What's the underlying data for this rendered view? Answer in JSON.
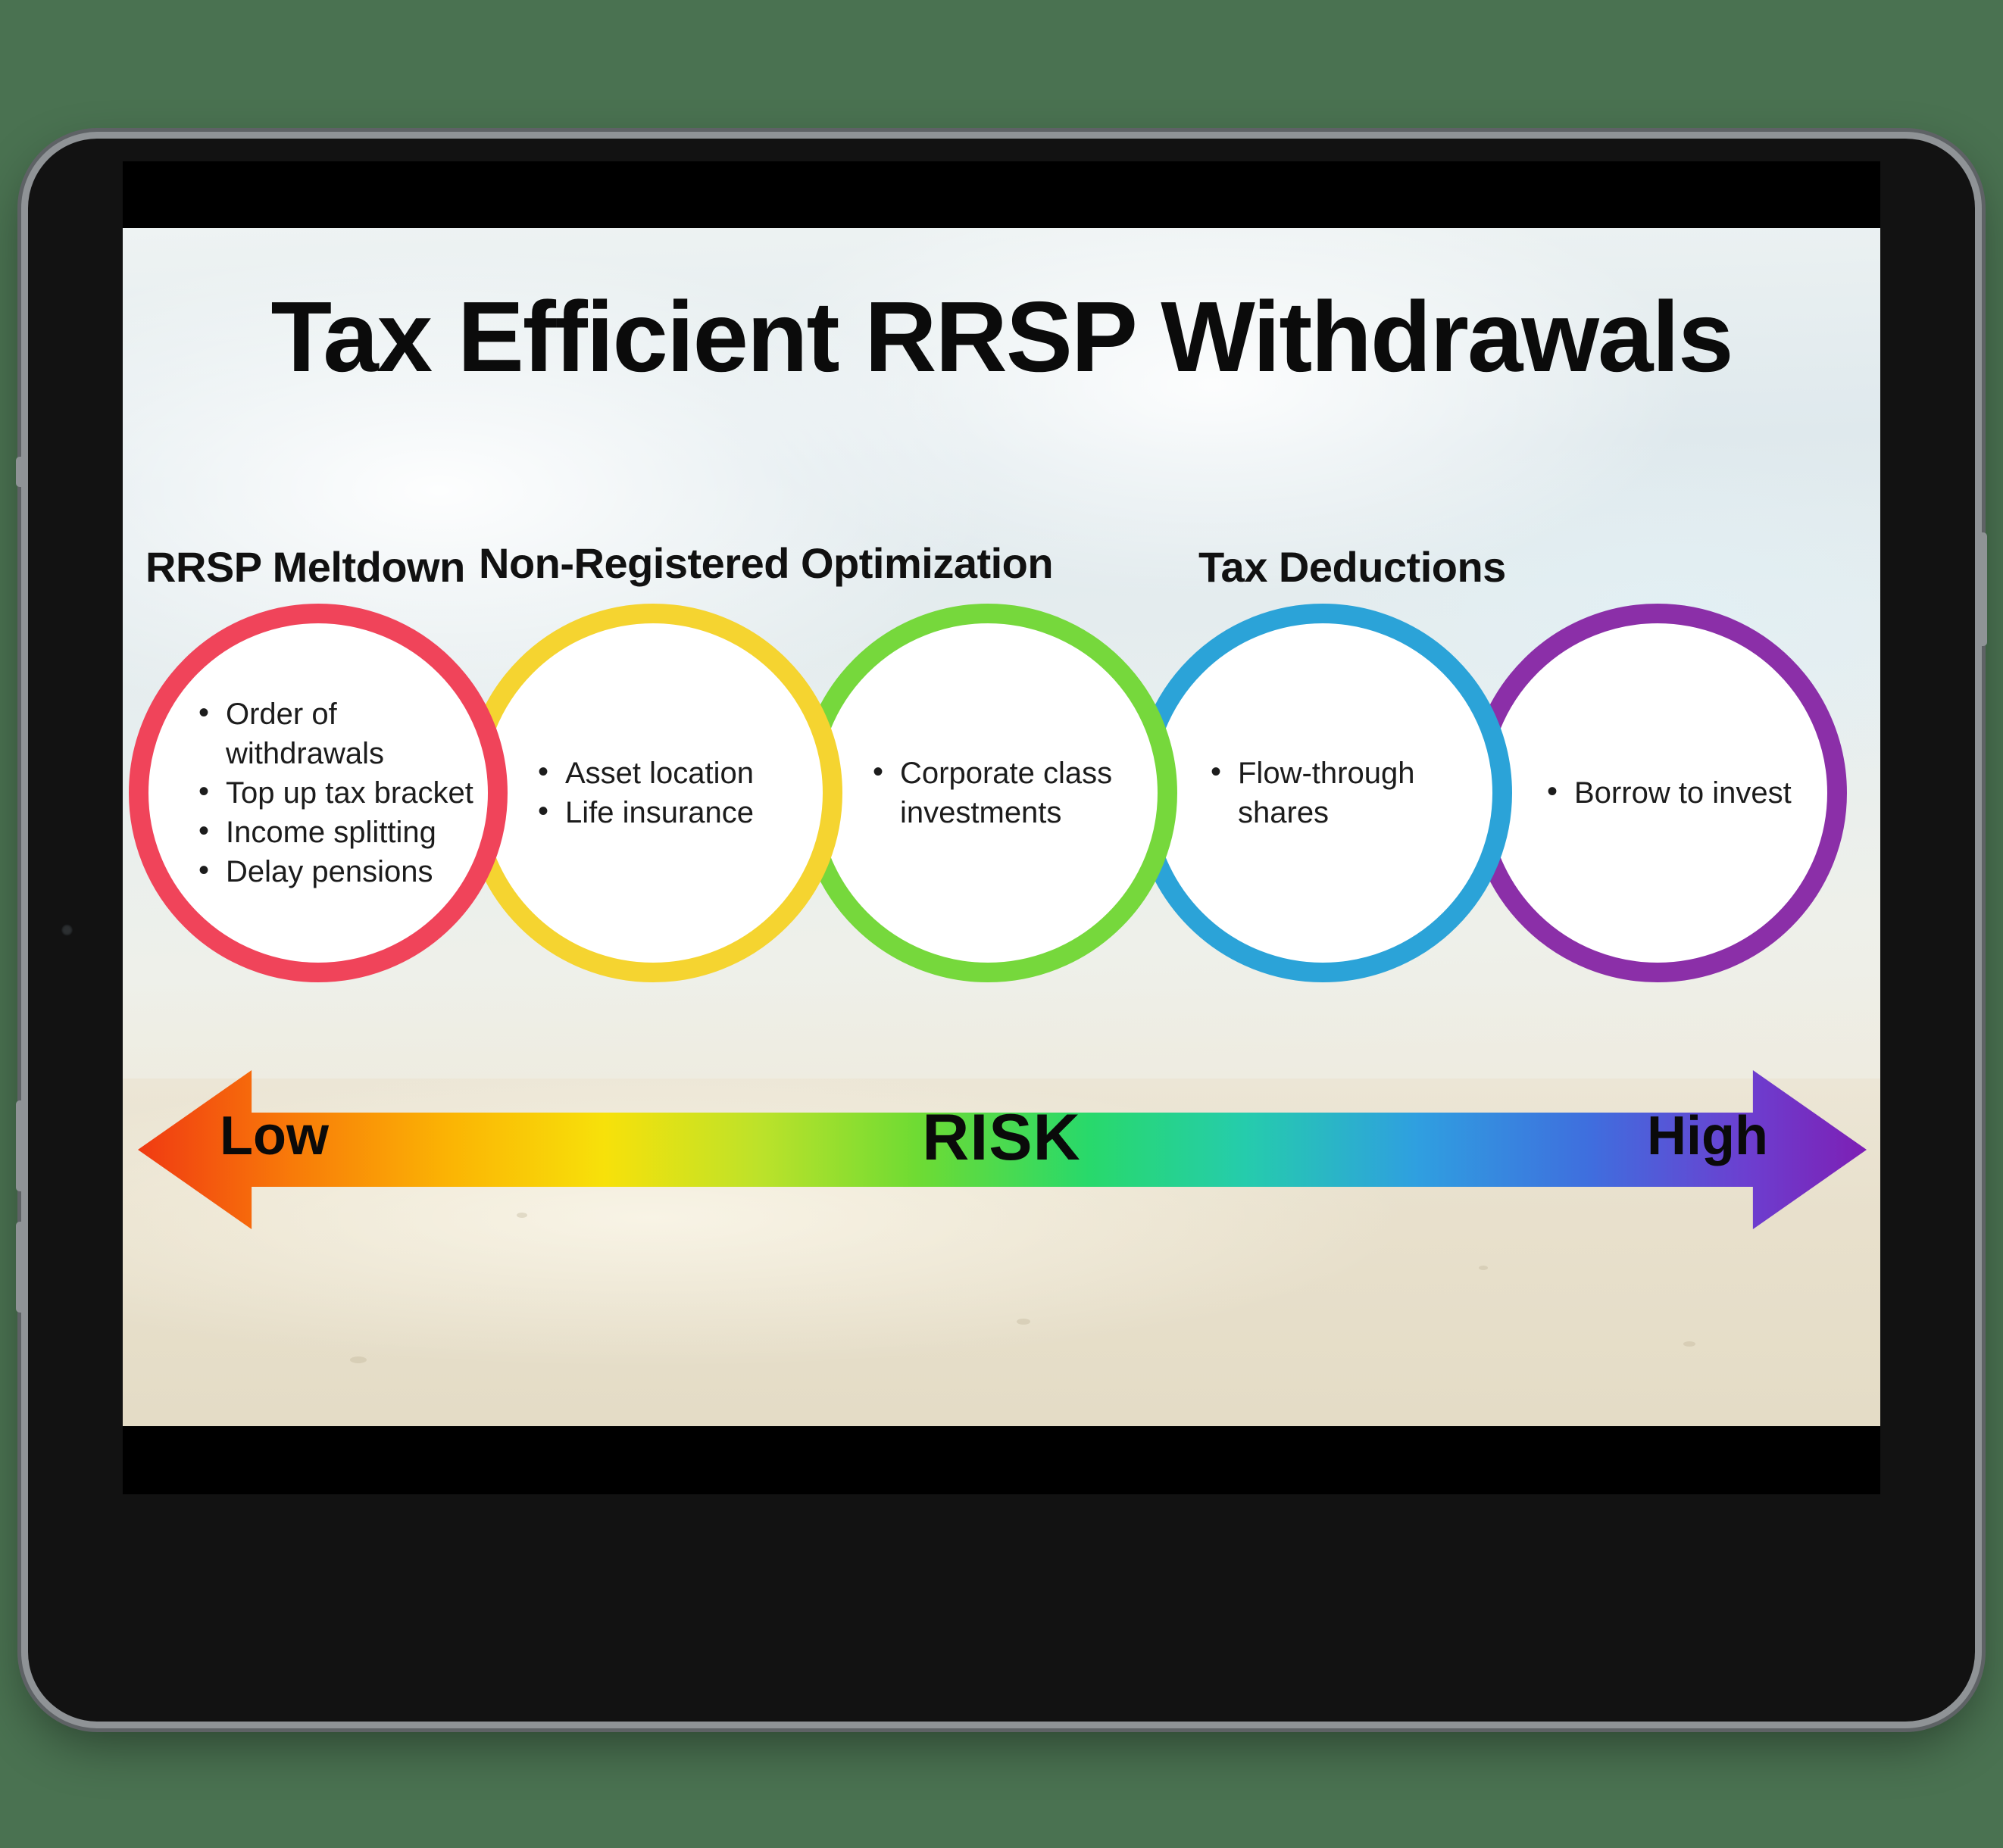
{
  "background_color": "#4a7251",
  "slide": {
    "title": "Tax Efficient RRSP Withdrawals",
    "categories": [
      {
        "label": "RRSP Meltdown"
      },
      {
        "label": "Non-Registered Optimization"
      },
      {
        "label": "Tax Deductions"
      }
    ],
    "circles": [
      {
        "color": "#f0445a",
        "color_name": "red",
        "items": [
          "Order of withdrawals",
          "Top up tax bracket",
          "Income splitting",
          "Delay pensions"
        ]
      },
      {
        "color": "#f5d430",
        "color_name": "yellow",
        "items": [
          "Asset location",
          "Life insurance"
        ]
      },
      {
        "color": "#76d83c",
        "color_name": "green",
        "items": [
          "Corporate class investments"
        ]
      },
      {
        "color": "#2ba3d8",
        "color_name": "blue",
        "items": [
          "Flow-through shares"
        ]
      },
      {
        "color": "#8b2fa8",
        "color_name": "purple",
        "items": [
          "Borrow to invest"
        ]
      }
    ],
    "risk_scale": {
      "center_label": "RISK",
      "low_label": "Low",
      "high_label": "High",
      "gradient_stops": [
        "#f03a12",
        "#f87b09",
        "#fbb404",
        "#f7e10a",
        "#bce22a",
        "#6fdb33",
        "#28d96b",
        "#25ccac",
        "#2f9fe0",
        "#3f6ede",
        "#6c3fd0",
        "#7d1fb4"
      ]
    }
  },
  "device": {
    "type": "tablet",
    "bezel_color": "#121212",
    "frame_color": "#8f9396"
  }
}
